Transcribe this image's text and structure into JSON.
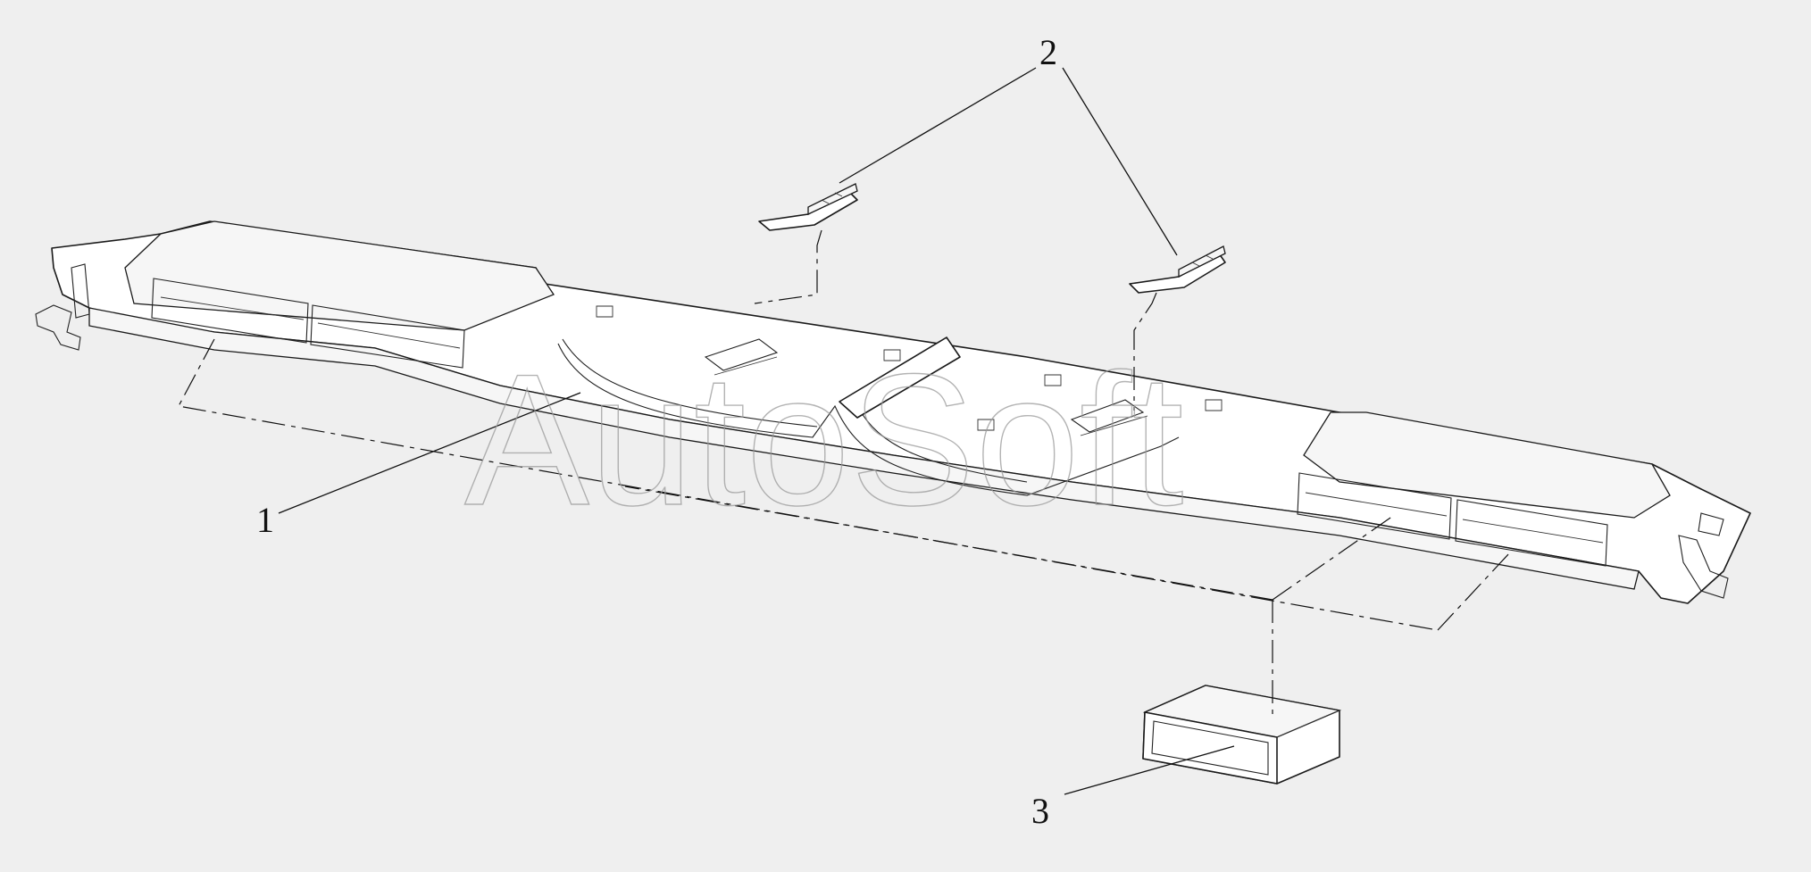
{
  "diagram": {
    "callouts": [
      {
        "id": "1",
        "label": "1"
      },
      {
        "id": "2",
        "label": "2"
      },
      {
        "id": "3",
        "label": "3"
      }
    ],
    "watermark": "AutoSoft"
  },
  "colors": {
    "background": "#efefef",
    "line": "#1a1a1a",
    "part_fill": "#ffffff",
    "watermark": "#9a9a9a"
  }
}
